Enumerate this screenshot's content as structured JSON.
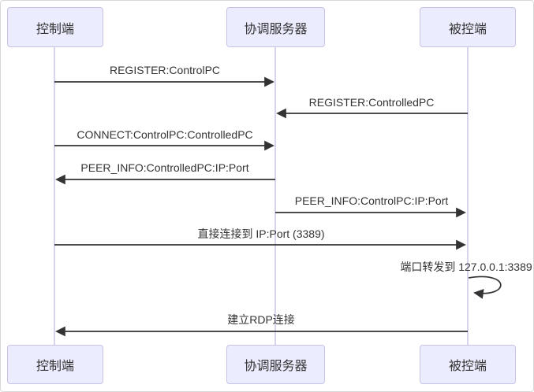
{
  "diagram": {
    "type": "sequence",
    "actors": [
      {
        "id": "control",
        "label": "控制端"
      },
      {
        "id": "server",
        "label": "协调服务器"
      },
      {
        "id": "controlled",
        "label": "被控端"
      }
    ],
    "messages": [
      {
        "from": "control",
        "to": "server",
        "text": "REGISTER:ControlPC"
      },
      {
        "from": "controlled",
        "to": "server",
        "text": "REGISTER:ControlledPC"
      },
      {
        "from": "control",
        "to": "server",
        "text": "CONNECT:ControlPC:ControlledPC"
      },
      {
        "from": "server",
        "to": "control",
        "text": "PEER_INFO:ControlledPC:IP:Port"
      },
      {
        "from": "server",
        "to": "controlled",
        "text": "PEER_INFO:ControlPC:IP:Port"
      },
      {
        "from": "control",
        "to": "controlled",
        "text": "直接连接到 IP:Port (3389)"
      },
      {
        "from": "controlled",
        "to": "controlled",
        "text": "端口转发到 127.0.0.1:3389",
        "self": true
      },
      {
        "from": "controlled",
        "to": "control",
        "text": "建立RDP连接"
      }
    ],
    "colors": {
      "actor_fill": "#ECECFF",
      "actor_border": "#C8C2E4",
      "lifeline": "#D9D3EE",
      "arrow": "#333333",
      "text": "#333333"
    }
  }
}
